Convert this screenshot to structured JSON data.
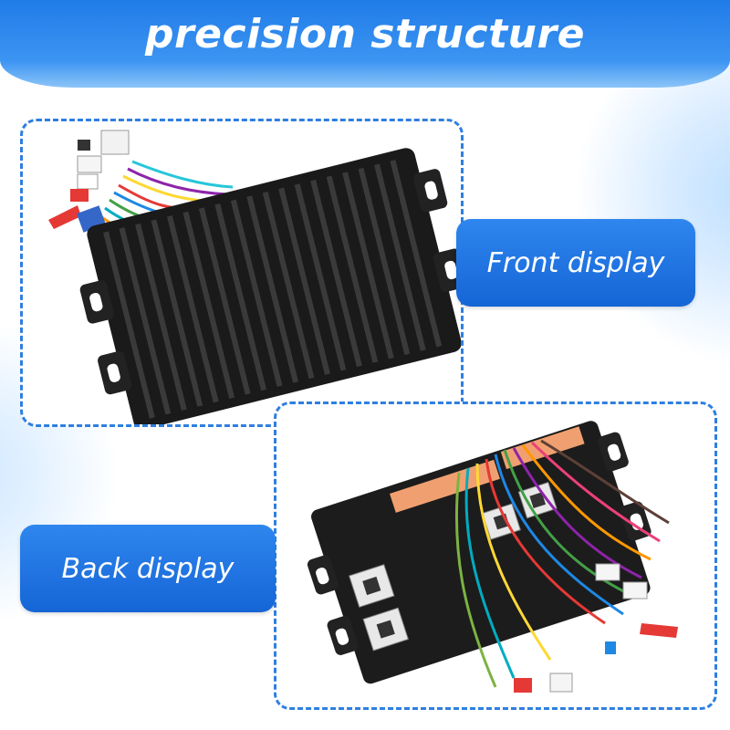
{
  "header": {
    "title": "precision structure"
  },
  "labels": {
    "front": "Front display",
    "back": "Back display"
  },
  "colors": {
    "accent": "#1f7be8",
    "dash": "#2e7fe0",
    "housing": "#1a1a1a"
  }
}
